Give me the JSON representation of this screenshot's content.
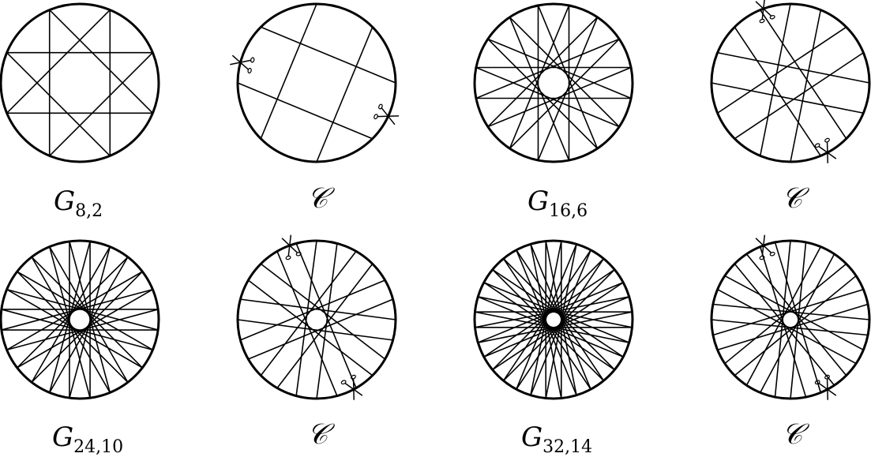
{
  "panels": [
    {
      "label": "G",
      "sub": "8,2",
      "n": 8,
      "k": 2,
      "type": "graph",
      "rot": 22.5
    },
    {
      "label": "𝒞",
      "sub": "",
      "n": 8,
      "k": 2,
      "type": "cut",
      "keep": [
        [
          67.5,
          112.5
        ],
        [
          112.5,
          157.5
        ],
        [
          -67.5,
          -22.5
        ],
        [
          -112.5,
          -67.5
        ]
      ],
      "cuts": [
        [
          200,
          0
        ],
        [
          -20,
          0
        ]
      ]
    },
    {
      "label": "G",
      "sub": "16,6",
      "n": 16,
      "k": 6,
      "type": "graph",
      "rot": 11.25
    },
    {
      "label": "𝒞",
      "sub": "",
      "n": 16,
      "k": 6,
      "type": "cut",
      "keep": "partial",
      "cuts": [
        [
          115,
          0
        ],
        [
          -60,
          0
        ]
      ]
    },
    {
      "label": "G",
      "sub": "24,10",
      "n": 24,
      "k": 10,
      "type": "graph",
      "rot": 7.5
    },
    {
      "label": "𝒞",
      "sub": "",
      "n": 24,
      "k": 10,
      "type": "cut",
      "keep": "partial",
      "cuts": [
        [
          108,
          0
        ],
        [
          -65,
          0
        ]
      ]
    },
    {
      "label": "G",
      "sub": "32,14",
      "n": 32,
      "k": 14,
      "type": "graph",
      "rot": 5.625
    },
    {
      "label": "𝒞",
      "sub": "",
      "n": 32,
      "k": 14,
      "type": "cut",
      "keep": "partial",
      "cuts": [
        [
          104,
          0
        ],
        [
          -78,
          0
        ]
      ]
    }
  ]
}
